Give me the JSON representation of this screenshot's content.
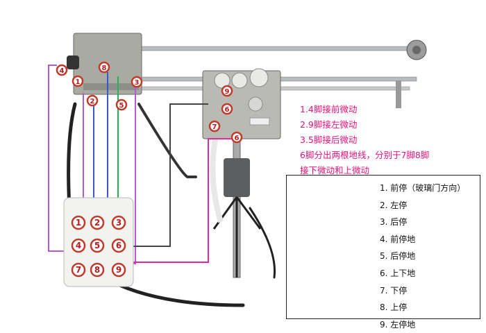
{
  "notes": [
    "1.4脚接前微动",
    "2.9脚接左微动",
    "3.5脚接后微动",
    "6脚分出两根地线，分别于7脚8脚",
    "接下微动和上微动"
  ],
  "pin_labels": [
    "1",
    "2",
    "3",
    "4",
    "5",
    "6",
    "7",
    "8",
    "9"
  ],
  "photo_pin_labels": [
    "4",
    "1",
    "8",
    "2",
    "5",
    "3",
    "9",
    "6",
    "7",
    "6",
    "1",
    "2",
    "3",
    "4",
    "5",
    "6",
    "7",
    "8",
    "9"
  ],
  "legend_items": [
    "1. 前停（玻璃门方向）",
    "2. 左停",
    "3. 后停",
    "4. 前停地",
    "5. 后停地",
    "6. 上下地",
    "7. 下停",
    "8. 上停",
    "9. 左停地"
  ],
  "colors": {
    "note_text": "#e8127a",
    "wire_purple": "#b35ad8",
    "wire_blue": "#3a55d6",
    "wire_green": "#22b45a",
    "wire_pink": "#e02a9a",
    "wire_gray": "#444444",
    "pin_badge": "#c0392b"
  }
}
